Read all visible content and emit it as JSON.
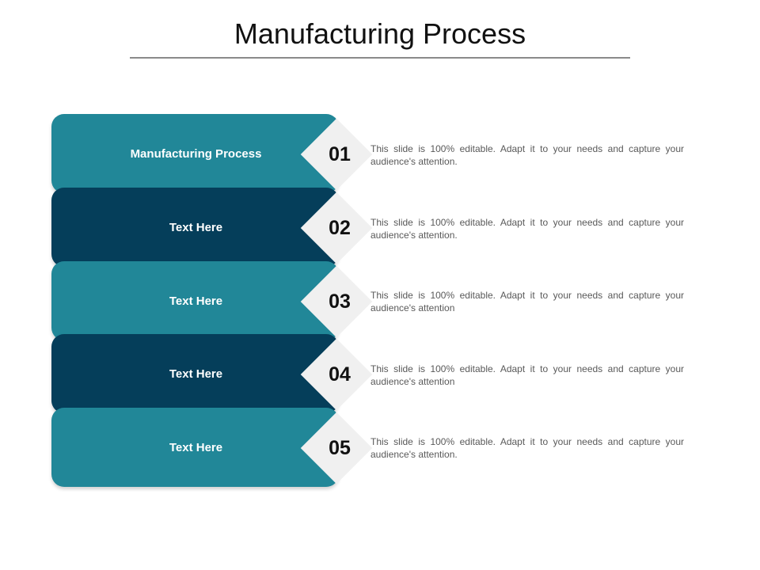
{
  "title": "Manufacturing Process",
  "colors": {
    "teal": "#218798",
    "navy": "#053e5a",
    "diamond": "#f0f0f0",
    "rule": "#8a8a8a"
  },
  "steps": [
    {
      "number": "01",
      "label": "Manufacturing Process",
      "description": "This slide is 100% editable. Adapt it to your needs and capture your audience's attention."
    },
    {
      "number": "02",
      "label": "Text Here",
      "description": "This slide is 100% editable. Adapt it to your needs and capture your audience's attention."
    },
    {
      "number": "03",
      "label": "Text Here",
      "description": "This slide is 100% editable. Adapt it to your needs and capture your audience's attention"
    },
    {
      "number": "04",
      "label": "Text Here",
      "description": "This slide is 100% editable. Adapt it to your needs and capture your audience's attention"
    },
    {
      "number": "05",
      "label": "Text Here",
      "description": "This slide is 100% editable. Adapt it to your needs and capture your audience's attention."
    }
  ]
}
